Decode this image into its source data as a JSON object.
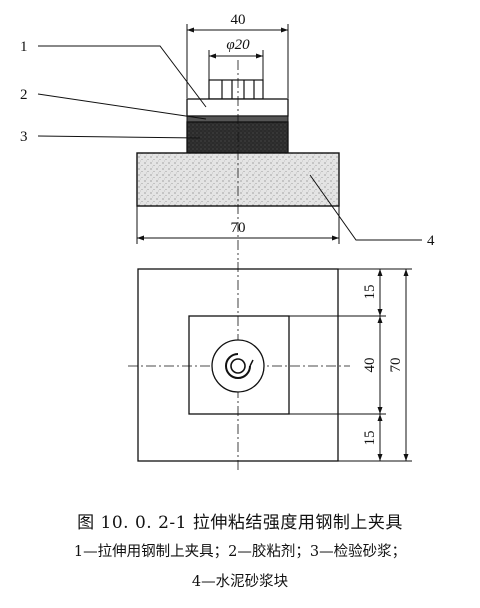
{
  "dimensions": {
    "top_width": "40",
    "top_diameter": "φ20",
    "base_width": "70",
    "side_top": "15",
    "side_mid": "40",
    "side_bottom": "15",
    "side_total": "70"
  },
  "part_labels": [
    "1",
    "2",
    "3",
    "4"
  ],
  "caption": {
    "title": "图 10. 0. 2-1   拉伸粘结强度用钢制上夹具",
    "legend_line1": "1—拉伸用钢制上夹具；2—胶粘剂；3—检验砂浆；",
    "legend_line2": "4—水泥砂浆块"
  }
}
